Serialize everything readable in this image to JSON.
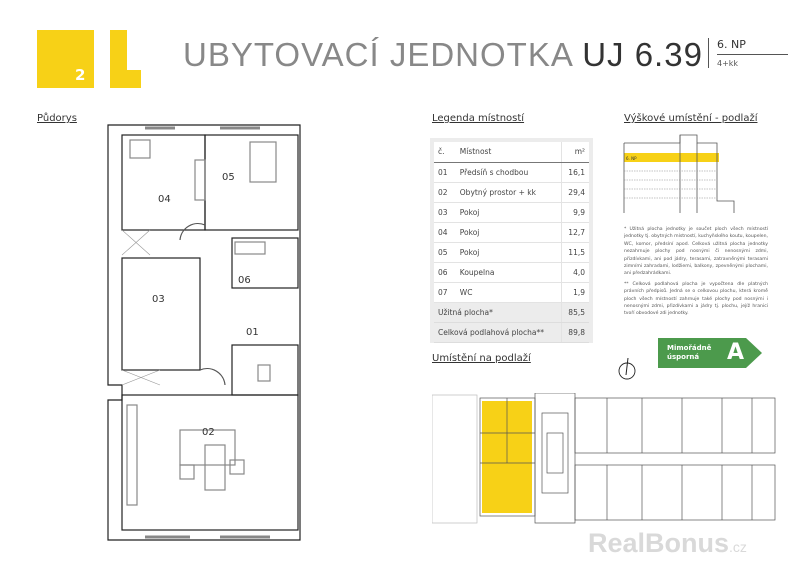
{
  "logo": {
    "number": "2"
  },
  "header": {
    "title": "UBYTOVACÍ JEDNOTKA",
    "unit": "UJ 6.39",
    "floor": "6. NP",
    "layout": "4+kk"
  },
  "floorplan": {
    "title": "Půdorys",
    "rooms": [
      "01",
      "02",
      "03",
      "04",
      "05",
      "06"
    ]
  },
  "legend": {
    "title": "Legenda místností",
    "headers": {
      "no": "č.",
      "room": "Místnost",
      "area": "m²"
    },
    "rows": [
      {
        "no": "01",
        "room": "Předsíň s chodbou",
        "area": "16,1"
      },
      {
        "no": "02",
        "room": "Obytný prostor + kk",
        "area": "29,4"
      },
      {
        "no": "03",
        "room": "Pokoj",
        "area": "9,9"
      },
      {
        "no": "04",
        "room": "Pokoj",
        "area": "12,7"
      },
      {
        "no": "05",
        "room": "Pokoj",
        "area": "11,5"
      },
      {
        "no": "06",
        "room": "Koupelna",
        "area": "4,0"
      },
      {
        "no": "07",
        "room": "WC",
        "area": "1,9"
      }
    ],
    "usable_label": "Užitná plocha*",
    "usable_value": "85,5",
    "total_label": "Celková podlahová plocha**",
    "total_value": "89,8"
  },
  "height": {
    "title": "Výškové umístění - podlaží",
    "floor_marker": "6. NP",
    "highlight_color": "#f7d117"
  },
  "notes": {
    "n1": "* Užitná plocha jednotky je součet ploch všech místností jednotky tj. obytných místností, kuchyňského koutu, koupelen, WC, komor, předsíní apod. Celková užitná plocha jednotky nezahrnuje plochy pod nosnými či nenosnými zdmi, přizdívkami, ani pod jádry, terasami, zatravněnými terasami zimními zahradami, lodžiemi, balkony, zpevněnými plochami, ani předzahrádkami.",
    "n2": "** Celková podlahová plocha je vypočtena dle platných právních předpisů. Jedná se o celkovou plochu, která kromě ploch všech místností zahrnuje také plochy pod nosnými i nenosnými zdmi, přizdívkami a jádry tj. plochu, jejíž hranici tvoří obvodové zdi jednotky."
  },
  "location": {
    "title": "Umístění na podlaží"
  },
  "energy": {
    "label_line1": "Mimořádně",
    "label_line2": "úsporná",
    "class": "A",
    "color": "#4c9a4c"
  },
  "watermark": {
    "brand": "RealBonus",
    "suffix": ".cz"
  }
}
